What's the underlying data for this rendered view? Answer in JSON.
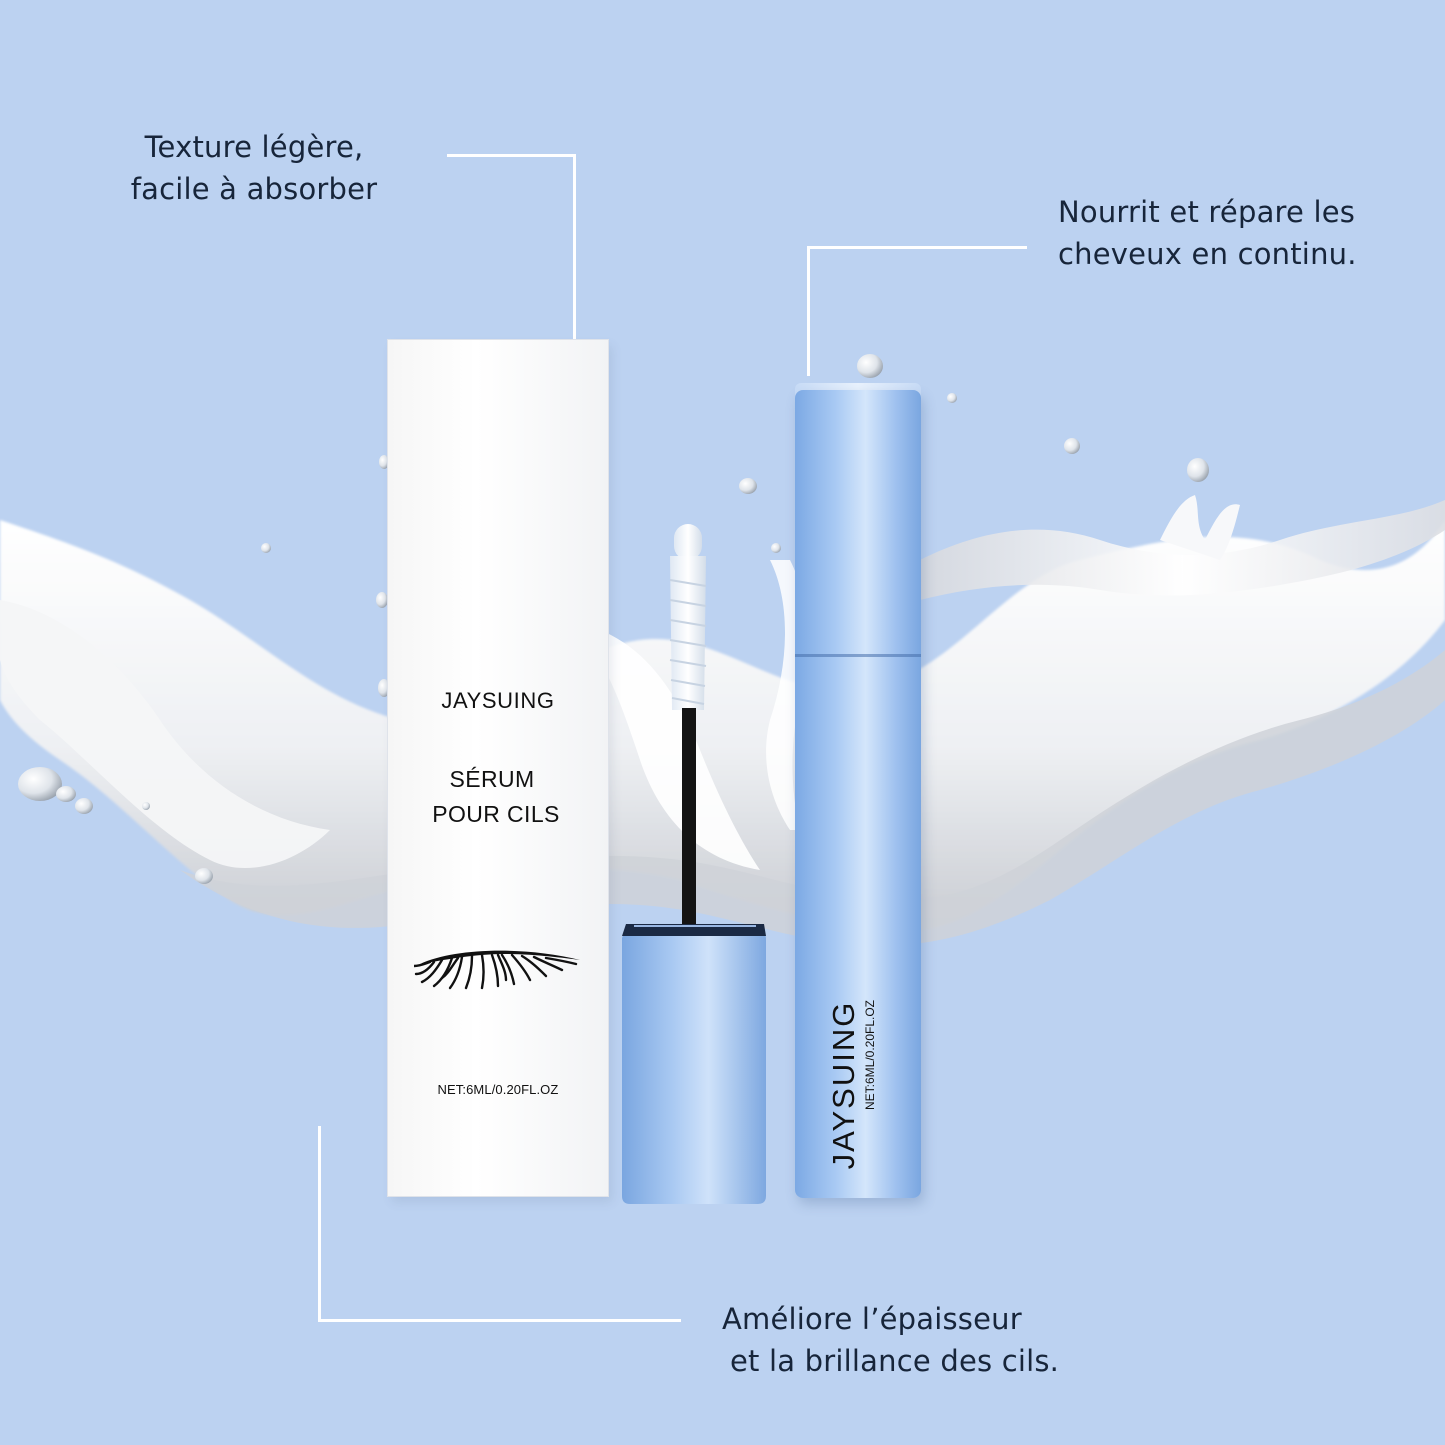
{
  "callouts": {
    "top_left": {
      "line1": "Texture légère,",
      "line2": "facile à absorber"
    },
    "top_right": {
      "line1": "Nourrit et répare les",
      "line2": "cheveux en continu."
    },
    "bottom": {
      "line1": "Améliore l’épaisseur",
      "line2": "et la brillance des cils."
    }
  },
  "box": {
    "brand": "JAYSUING",
    "product_line1": "SÉRUM",
    "product_line2": "POUR CILS",
    "net": "NET:6ML/0.20FL.OZ"
  },
  "tube": {
    "brand": "JAYSUING",
    "net": "NET:6ML/0.20FL.OZ"
  },
  "colors": {
    "background": "#bcd2f1",
    "text": "#17253a",
    "tube_blue": "#9fc1ef",
    "connector": "#ffffff"
  }
}
